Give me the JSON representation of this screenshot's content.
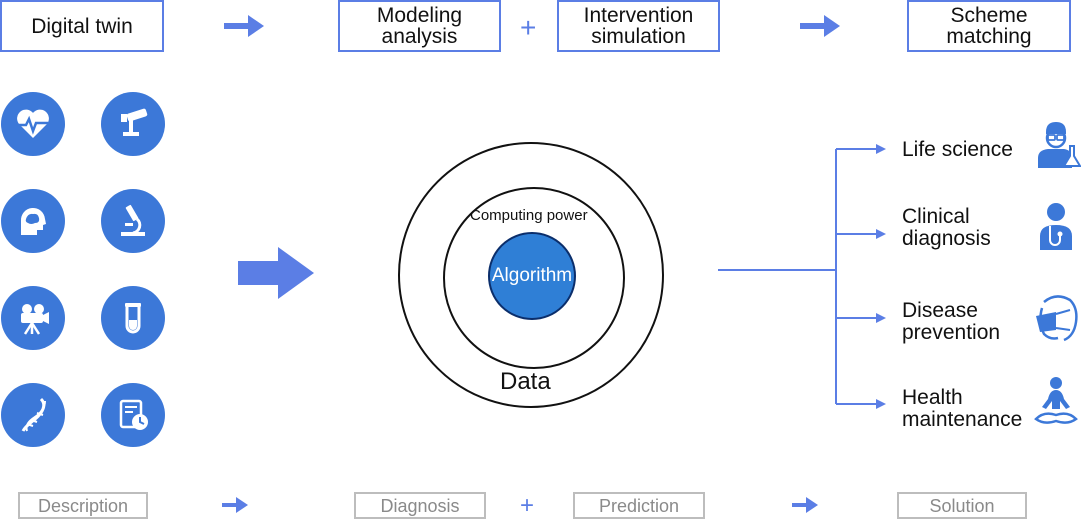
{
  "top_row": {
    "digital_twin": "Digital twin",
    "modeling_analysis": "Modeling\nanalysis",
    "plus": "+",
    "intervention_simulation": "Intervention\nsimulation",
    "scheme_matching": "Scheme\nmatching"
  },
  "center": {
    "data_label": "Data",
    "computing_power_label": "Computing power",
    "algorithm_label": "Algorithm"
  },
  "outputs": [
    {
      "label": "Life science",
      "icon": "scientist-icon"
    },
    {
      "label": "Clinical\ndiagnosis",
      "icon": "doctor-icon"
    },
    {
      "label": "Disease\nprevention",
      "icon": "mask-face-icon"
    },
    {
      "label": "Health\nmaintenance",
      "icon": "meditation-icon"
    }
  ],
  "left_icons": [
    "heart-rate-icon",
    "surveillance-camera-icon",
    "brain-head-icon",
    "microscope-icon",
    "projector-icon",
    "test-tube-icon",
    "dna-icon",
    "report-clock-icon"
  ],
  "bottom_row": {
    "description": "Description",
    "diagnosis": "Diagnosis",
    "plus": "+",
    "prediction": "Prediction",
    "solution": "Solution"
  },
  "colors": {
    "accent": "#5b7ee5",
    "icon_fill": "#3c78d8",
    "core_fill": "#2f7fd6",
    "muted_border": "#bdbdbd"
  }
}
